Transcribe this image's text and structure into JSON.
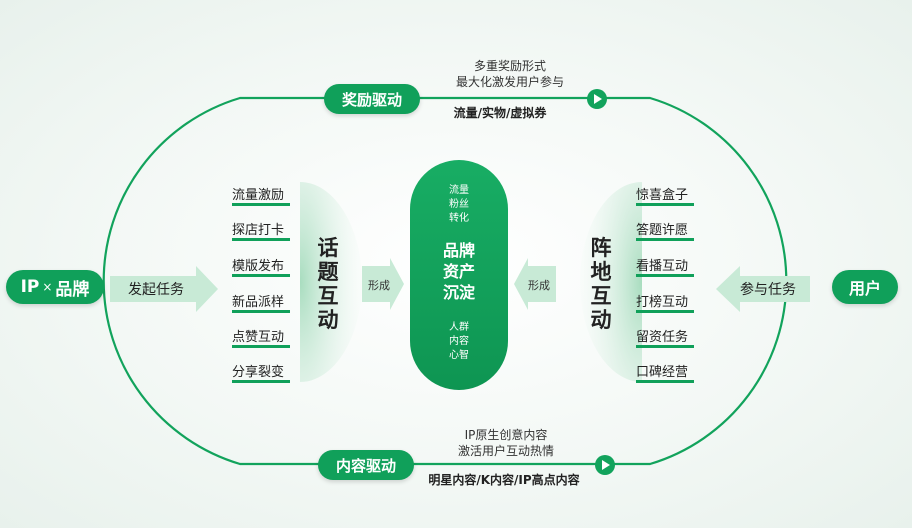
{
  "colors": {
    "accent": "#10a05a",
    "accent_light": "#b9e3cb",
    "text": "#222222"
  },
  "top": {
    "badge": "奖励驱动",
    "note_line1": "多重奖励形式",
    "note_line2": "最大化激发用户参与",
    "bold_line": "流量/实物/虚拟券",
    "icon": "play-icon"
  },
  "bottom": {
    "badge": "内容驱动",
    "note_line1": "IP原生创意内容",
    "note_line2": "激活用户互动热情",
    "bold_line": "明星内容/K内容/IP高点内容",
    "icon": "play-icon"
  },
  "left": {
    "node_part1": "IP",
    "node_sep": "×",
    "node_part2": "品牌",
    "action": "发起任务",
    "items": [
      "流量激励",
      "探店打卡",
      "模版发布",
      "新品派样",
      "点赞互动",
      "分享裂变"
    ],
    "vertical_label": "话题互动",
    "form_label": "形成"
  },
  "right": {
    "node": "用户",
    "action": "参与任务",
    "items": [
      "惊喜盒子",
      "答题许愿",
      "看播互动",
      "打榜互动",
      "留资任务",
      "口碑经营"
    ],
    "vertical_label": "阵地互动",
    "form_label": "形成"
  },
  "center": {
    "top_lines": [
      "流量",
      "粉丝",
      "转化"
    ],
    "main_lines": [
      "品牌",
      "资产",
      "沉淀"
    ],
    "bottom_lines": [
      "人群",
      "内容",
      "心智"
    ]
  }
}
